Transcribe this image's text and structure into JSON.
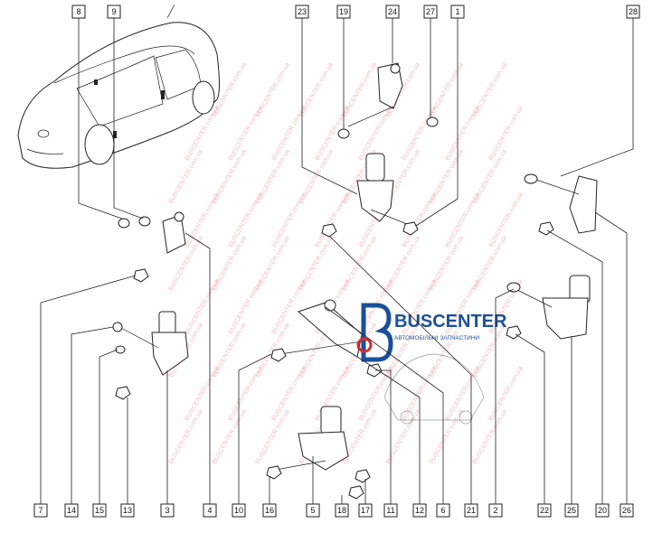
{
  "callouts": [
    "8",
    "9",
    "23",
    "19",
    "24",
    "27",
    "1",
    "28",
    "7",
    "14",
    "15",
    "13",
    "3",
    "4",
    "10",
    "16",
    "5",
    "18",
    "17",
    "11",
    "12",
    "6",
    "21",
    "2",
    "22",
    "25",
    "20",
    "26"
  ],
  "watermark": {
    "brand": "BUSCENTER",
    "tagline": "АВТОМОБІЛЬНІ ЗАПЧАСТИНИ",
    "tile_text": "BUSCENTER.com.ua"
  },
  "colors": {
    "brand_blue": "#1a4f9c",
    "brand_red": "#d62b2b",
    "line": "#222222",
    "watermark": "#e88888"
  }
}
